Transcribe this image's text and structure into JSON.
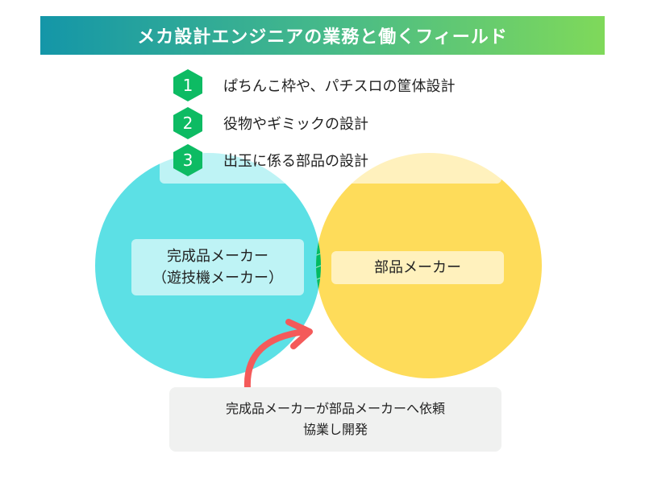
{
  "title": "メカ設計エンジニアの業務と働くフィールド",
  "items": [
    {
      "number": "1",
      "text": "ぱちんこ枠や、パチスロの筐体設計"
    },
    {
      "number": "2",
      "text": "役物やギミックの設計"
    },
    {
      "number": "3",
      "text": "出玉に係る部品の設計"
    }
  ],
  "left_circle": {
    "line1": "完成品メーカー",
    "line2": "（遊技機メーカー）",
    "color": "#5ce0e5"
  },
  "right_circle": {
    "label": "部品メーカー",
    "color": "#fedc5a"
  },
  "overlap_color": "#00bb63",
  "note": {
    "line1": "完成品メーカーが部品メーカーへ依頼",
    "line2": "協業し開発"
  },
  "arrow_color": "#f45a5a"
}
